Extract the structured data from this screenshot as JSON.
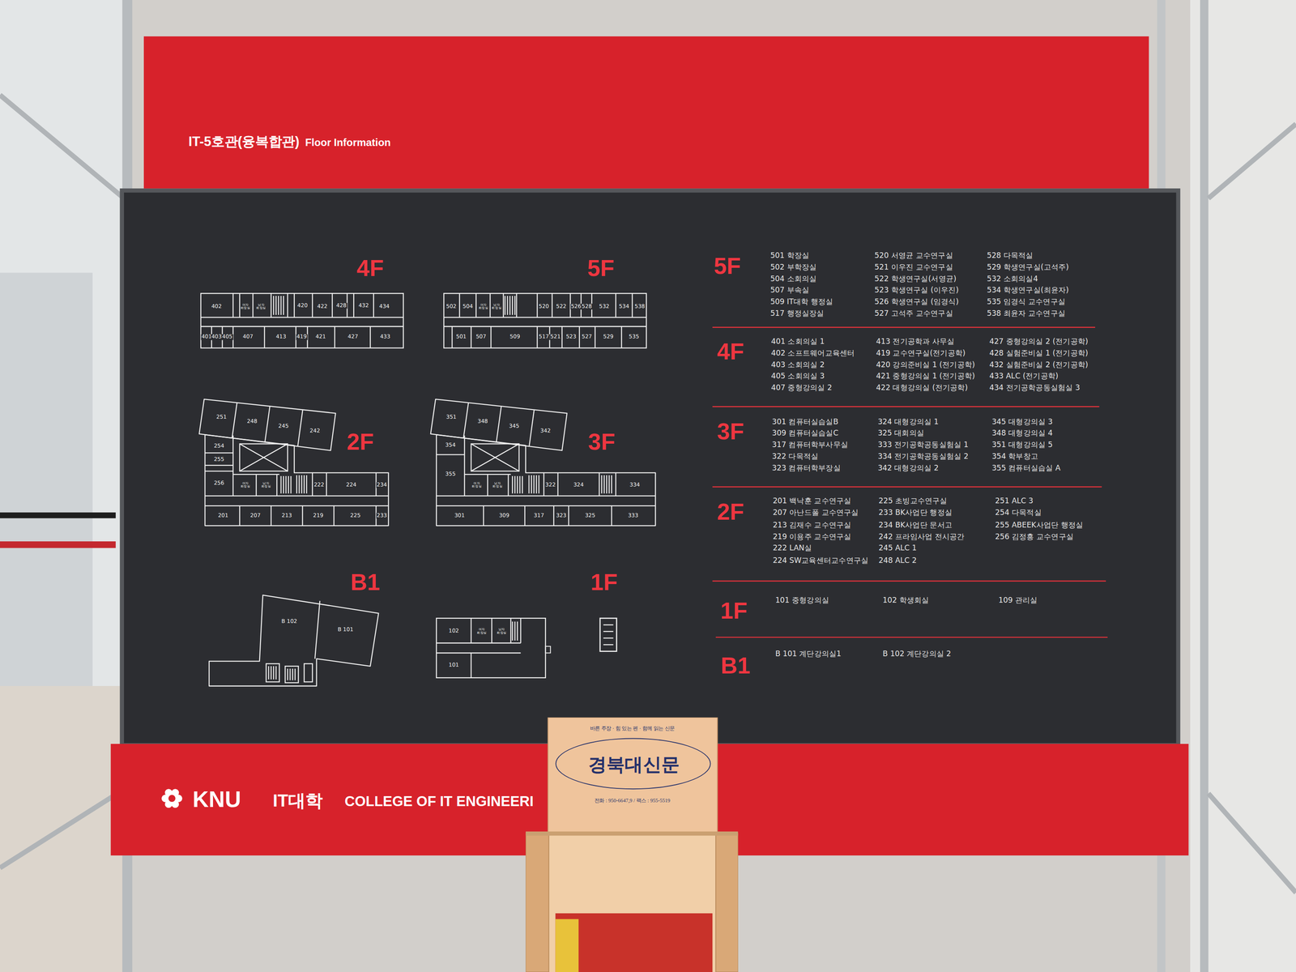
{
  "diagram": {
    "nodes": [
      {
        "text": [
          "IT-5호관(융복합관)",
          "Floor Information"
        ]
      },
      {
        "text": [
          "4F"
        ]
      },
      {
        "text": [
          "5F"
        ]
      },
      {
        "text": [
          "2F"
        ]
      },
      {
        "text": [
          "3F"
        ]
      },
      {
        "text": [
          "B1"
        ]
      },
      {
        "text": [
          "1F"
        ]
      },
      {
        "text": [
          "KNU",
          "IT대학",
          "COLLEGE OF IT ENGINEERI"
        ]
      },
      {
        "text": [
          "바른 주장 · 힘 있는 펜 · 함께 읽는 신문",
          "전화 : 950-6647,9 / 팩스 : 955-5519"
        ]
      },
      {
        "text": [
          "경북대신문"
        ],
        "in": 8
      }
    ],
    "labels": [
      "402",
      "여자 화장실",
      "남자 화장실",
      "420",
      "422",
      "428",
      "432",
      "434",
      "401",
      "403",
      "405",
      "407",
      "413",
      "419",
      "421",
      "427",
      "433",
      "502",
      "504",
      "여자 화장실",
      "남자 화장실",
      "520",
      "522",
      "526",
      "528",
      "532",
      "534",
      "538",
      "501",
      "507",
      "509",
      "517",
      "521",
      "523",
      "527",
      "529",
      "535",
      "251",
      "248",
      "245",
      "242",
      "254",
      "255",
      "256",
      "여자 화장실",
      "남자 화장실",
      "222",
      "224",
      "234",
      "201",
      "207",
      "213",
      "219",
      "225",
      "233",
      "351",
      "348",
      "345",
      "342",
      "354",
      "355",
      "여자 화장실",
      "남자 화장실",
      "322",
      "324",
      "334",
      "301",
      "309",
      "317",
      "323",
      "325",
      "333",
      "B 102",
      "B 101",
      "102",
      "여자 화장실",
      "남자 화장실",
      "101",
      "5F",
      "501 학장실",
      "502 부학장실",
      "504 소회의실",
      "507 부속실",
      "509 IT대학 행정실",
      "517 행정실장실",
      "520 서영균 교수연구실",
      "521 이우진 교수연구실",
      "522 학생연구실(서영균)",
      "523 학생연구실 (이우진)",
      "526 학생연구실 (임경식)",
      "527 고석주 교수연구실",
      "528 다목적실",
      "529 학생연구실(고석주)",
      "532 소회의실4",
      "534 학생연구실(최윤자)",
      "535 임경식 교수연구실",
      "538 최윤자 교수연구실",
      "4F",
      "401 소회의실 1",
      "402 소프트웨어교육센터",
      "403 소회의실 2",
      "405 소회의실 3",
      "407 중형강의실 2",
      "413 전기공학과 사무실",
      "419 교수연구실(전기공학)",
      "420 강의준비실 1 (전기공학)",
      "421 중형강의실 1 (전기공학)",
      "422 대형강의실 (전기공학)",
      "427 중형강의실 2 (전기공학)",
      "428 실험준비실 1 (전기공학)",
      "432 실험준비실 2 (전기공학)",
      "433 ALC (전기공학)",
      "434 전기공학공동실험실 3",
      "3F",
      "301 컴퓨터실습실B",
      "309 컴퓨터실습실C",
      "317 컴퓨터학부사무실",
      "322 다목적실",
      "323 컴퓨터학부장실",
      "324 대형강의실 1",
      "325 대회의실",
      "333 전기공학공동실험실 1",
      "334 전기공학공동실험실 2",
      "342 대형강의실 2",
      "345 대형강의실 3",
      "348 대형강의실 4",
      "351 대형강의실 5",
      "354 학부창고",
      "355 컴퓨터실습실 A",
      "2F",
      "201 백낙훈 교수연구실",
      "207 아난드폴 교수연구실",
      "213 김재수 교수연구실",
      "219 이용주 교수연구실",
      "222 LAN실",
      "224 SW교육센터교수연구실",
      "225 초빙교수연구실",
      "233 BK사업단 행정실",
      "234 BK사업단 문서고",
      "242 프라임사업 전시공간",
      "245 ALC 1",
      "248 ALC 2",
      "251 ALC 3",
      "254 다목적실",
      "255 ABEEK사업단 행정실",
      "256 김정흥 교수연구실",
      "1F",
      "101 중형강의실",
      "102 학생회실",
      "109 관리실",
      "B1",
      "B 101 계단강의실1",
      "B 102 계단강의실 2"
    ]
  }
}
